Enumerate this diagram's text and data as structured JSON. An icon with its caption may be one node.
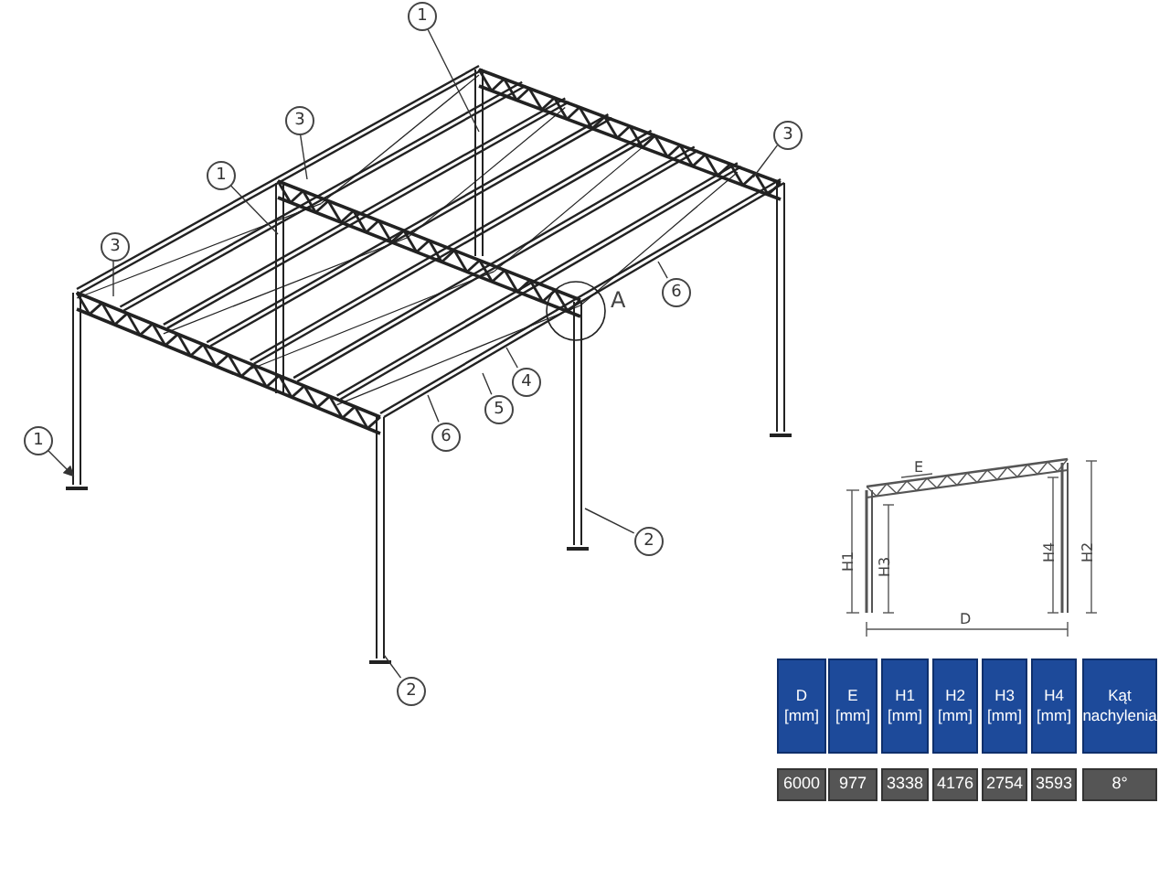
{
  "diagram": {
    "nodes": [
      {
        "text": [
          "1"
        ]
      },
      {
        "text": [
          "3"
        ]
      },
      {
        "text": [
          "1"
        ]
      },
      {
        "text": [
          "3"
        ]
      },
      {
        "text": [
          "3"
        ]
      },
      {
        "text": [
          "6"
        ]
      },
      {
        "text": [
          "4"
        ]
      },
      {
        "text": [
          "5"
        ]
      },
      {
        "text": [
          "6"
        ]
      },
      {
        "text": [
          "1"
        ]
      },
      {
        "text": [
          "2"
        ]
      },
      {
        "text": [
          "2"
        ]
      }
    ],
    "edges": [
      {
        "from": 0,
        "to": null,
        "arrow": "none"
      },
      {
        "from": 1,
        "to": null,
        "arrow": "none"
      },
      {
        "from": 2,
        "to": null,
        "arrow": "none"
      },
      {
        "from": 3,
        "to": null,
        "arrow": "none"
      },
      {
        "from": 4,
        "to": null,
        "arrow": "none"
      },
      {
        "from": 5,
        "to": null,
        "arrow": "none"
      },
      {
        "from": 6,
        "to": null,
        "arrow": "none"
      },
      {
        "from": 7,
        "to": null,
        "arrow": "none"
      },
      {
        "from": 8,
        "to": null,
        "arrow": "none"
      },
      {
        "from": 9,
        "to": null,
        "arrow": "to"
      },
      {
        "from": 10,
        "to": null,
        "arrow": "none"
      },
      {
        "from": 11,
        "to": null,
        "arrow": "none"
      }
    ],
    "labels": [
      "A",
      "E",
      "H1",
      "H3",
      "H4",
      "H2",
      "D",
      "D [mm]",
      "E [mm]",
      "H1 [mm]",
      "H2 [mm]",
      "H3 [mm]",
      "H4 [mm]",
      "Kąt nachylenia",
      "6000",
      "977",
      "3338",
      "4176",
      "2754",
      "3593",
      "8°"
    ]
  }
}
